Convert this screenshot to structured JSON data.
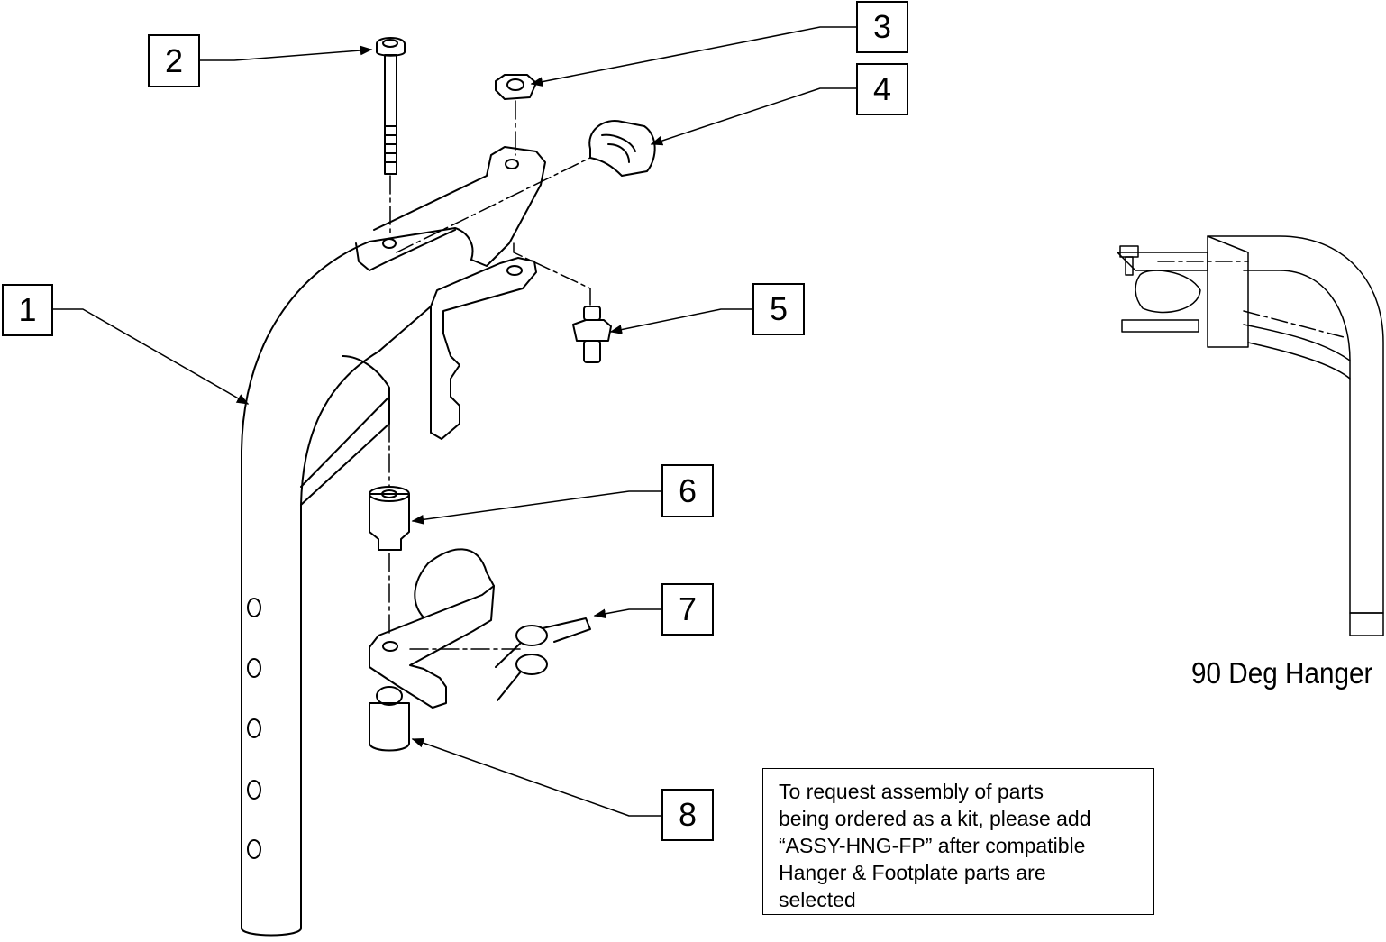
{
  "callouts": {
    "c1": "1",
    "c2": "2",
    "c3": "3",
    "c4": "4",
    "c5": "5",
    "c6": "6",
    "c7": "7",
    "c8": "8"
  },
  "inset": {
    "label": "90 Deg Hanger"
  },
  "note": {
    "lines": [
      "To request assembly of parts",
      "being ordered as a kit, please add",
      "“ASSY-HNG-FP” after compatible",
      "Hanger & Footplate parts are",
      "selected"
    ]
  },
  "colors": {
    "line": "#000000",
    "background": "#ffffff"
  }
}
